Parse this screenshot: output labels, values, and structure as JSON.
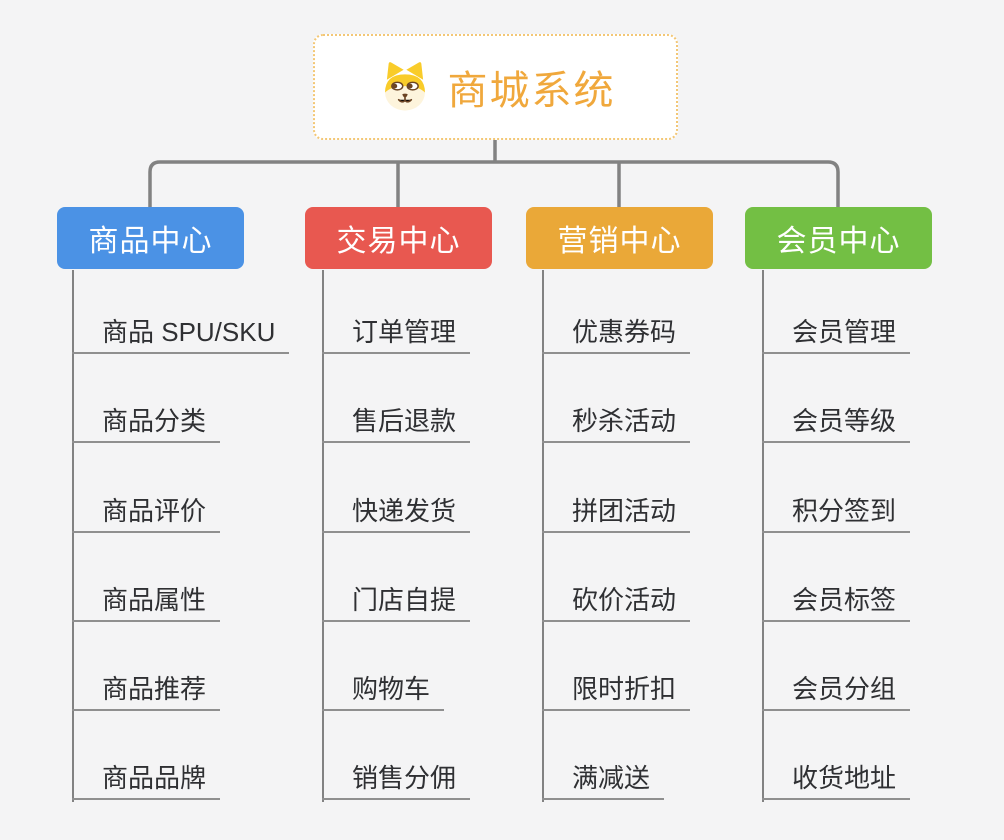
{
  "root": {
    "title": "商城系统",
    "icon": "dog-face-icon"
  },
  "branches": [
    {
      "label": "商品中心",
      "color": "#4B92E5",
      "children": [
        "商品 SPU/SKU",
        "商品分类",
        "商品评价",
        "商品属性",
        "商品推荐",
        "商品品牌"
      ]
    },
    {
      "label": "交易中心",
      "color": "#E85850",
      "children": [
        "订单管理",
        "售后退款",
        "快递发货",
        "门店自提",
        "购物车",
        "销售分佣"
      ]
    },
    {
      "label": "营销中心",
      "color": "#EAA838",
      "children": [
        "优惠券码",
        "秒杀活动",
        "拼团活动",
        "砍价活动",
        "限时折扣",
        "满减送"
      ]
    },
    {
      "label": "会员中心",
      "color": "#73BF44",
      "children": [
        "会员管理",
        "会员等级",
        "积分签到",
        "会员标签",
        "会员分组",
        "收货地址"
      ]
    }
  ],
  "colors": {
    "background": "#F4F4F5",
    "connector": "#828282",
    "underline": "#8F8F8F",
    "root_text": "#F0A83C",
    "root_border": "#F3C776",
    "item_text": "#2F3033",
    "node_text": "#FFFFFF"
  }
}
